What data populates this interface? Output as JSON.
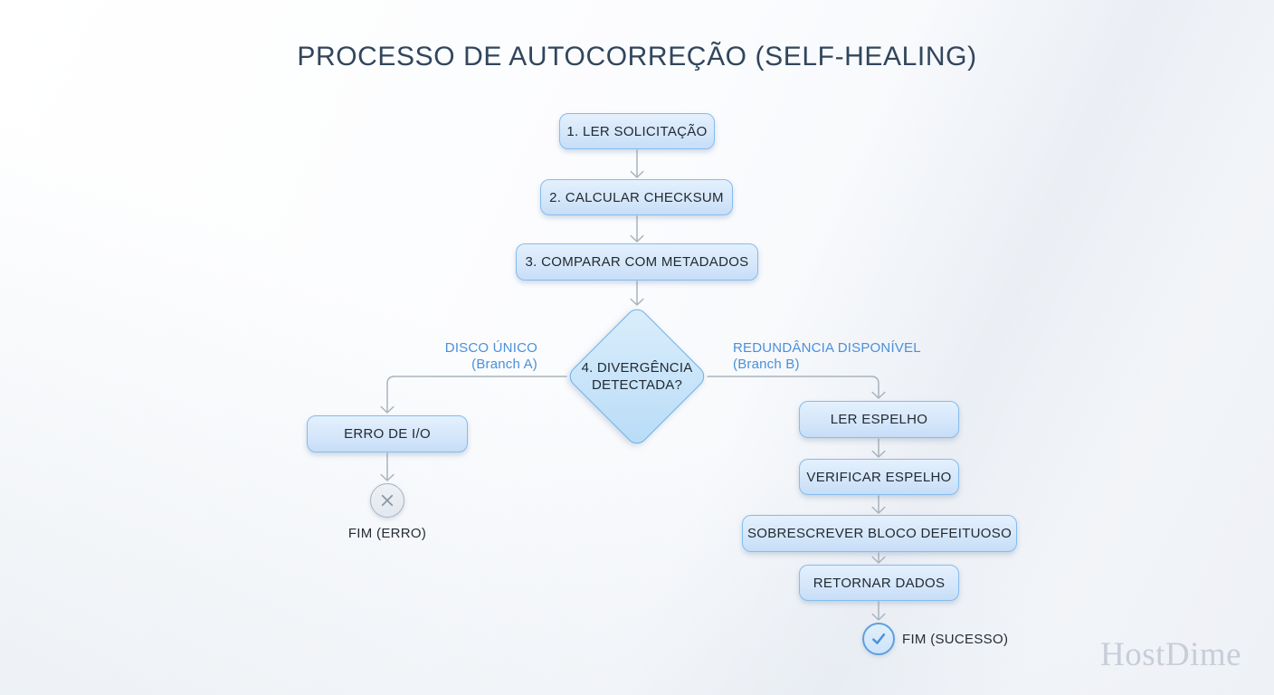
{
  "title": "PROCESSO DE AUTOCORREÇÃO (SELF-HEALING)",
  "main_steps": [
    {
      "label": "1. LER SOLICITAÇÃO"
    },
    {
      "label": "2. CALCULAR CHECKSUM"
    },
    {
      "label": "3. COMPARAR COM METADADOS"
    }
  ],
  "decision": {
    "label": "4. DIVERGÊNCIA DETECTADA?"
  },
  "branch_a": {
    "name": "DISCO ÚNICO",
    "tag": "(Branch A)",
    "steps": [
      {
        "label": "ERRO DE I/O"
      }
    ],
    "end": {
      "label": "FIM (ERRO)",
      "icon": "x-circle-icon"
    }
  },
  "branch_b": {
    "name": "REDUNDÂNCIA DISPONÍVEL",
    "tag": "(Branch B)",
    "steps": [
      {
        "label": "LER ESPELHO"
      },
      {
        "label": "VERIFICAR ESPELHO"
      },
      {
        "label": "SOBRESCREVER BLOCO DEFEITUOSO"
      },
      {
        "label": "RETORNAR DADOS"
      }
    ],
    "end": {
      "label": "FIM (SUCESSO)",
      "icon": "check-circle-icon"
    }
  },
  "watermark": "HostDime",
  "colors": {
    "title_text": "#31465c",
    "node_fill_top": "#e4f0fd",
    "node_fill_bottom": "#c7ddf7",
    "node_border": "#85bcee",
    "node_text": "#222a32",
    "diamond_border": "#6db1e7",
    "branch_label": "#4a90d9",
    "connector": "#a9b3bc",
    "error_circle_border": "#a7b3c0",
    "error_icon": "#8b97a4",
    "success_circle_border": "#5d9fe0",
    "success_icon": "#4a90d9",
    "watermark_text": "#c7ced8"
  }
}
